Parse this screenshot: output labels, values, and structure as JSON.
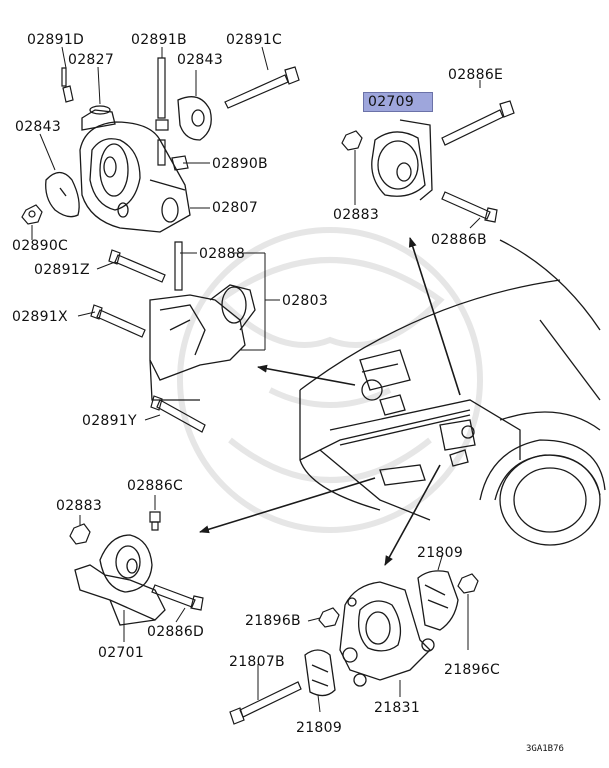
{
  "parts": {
    "p02891D": "02891D",
    "p02891B": "02891B",
    "p02891C": "02891C",
    "p02827": "02827",
    "p02843a": "02843",
    "p02843b": "02843",
    "p02890B": "02890B",
    "p02807": "02807",
    "p02890C": "02890C",
    "p02888": "02888",
    "p02891Z": "02891Z",
    "p02803": "02803",
    "p02891X": "02891X",
    "p02891Y": "02891Y",
    "p02709": "02709",
    "p02886E": "02886E",
    "p02883a": "02883",
    "p02886B": "02886B",
    "p02883b": "02883",
    "p02886C": "02886C",
    "p02886D": "02886D",
    "p02701": "02701",
    "p21809a": "21809",
    "p21896B": "21896B",
    "p21807B": "21807B",
    "p21809b": "21809",
    "p21831": "21831",
    "p21896C": "21896C"
  },
  "diagram_code": "3GA1B76",
  "colors": {
    "highlight": "#9ea6dc",
    "line": "#1a1a1a",
    "watermark": "#e4e4e4"
  }
}
